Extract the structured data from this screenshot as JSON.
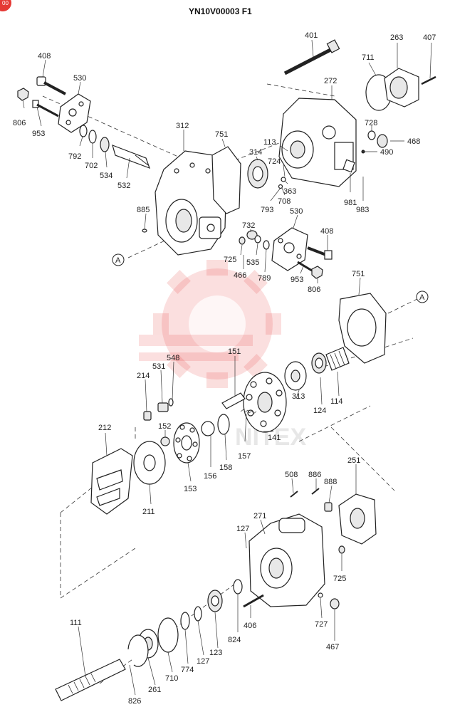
{
  "title": "YN10V00003 F1",
  "watermark_text": "NITEX",
  "badge_text": "00",
  "accent_color": "#e53935",
  "callouts": [
    {
      "id": "408a",
      "label": "408"
    },
    {
      "id": "530a",
      "label": "530"
    },
    {
      "id": "806a",
      "label": "806"
    },
    {
      "id": "953a",
      "label": "953"
    },
    {
      "id": "792",
      "label": "792"
    },
    {
      "id": "702",
      "label": "702"
    },
    {
      "id": "534",
      "label": "534"
    },
    {
      "id": "532",
      "label": "532"
    },
    {
      "id": "312",
      "label": "312"
    },
    {
      "id": "751a",
      "label": "751"
    },
    {
      "id": "314",
      "label": "314"
    },
    {
      "id": "401",
      "label": "401"
    },
    {
      "id": "272",
      "label": "272"
    },
    {
      "id": "711",
      "label": "711"
    },
    {
      "id": "263",
      "label": "263"
    },
    {
      "id": "407",
      "label": "407"
    },
    {
      "id": "728",
      "label": "728"
    },
    {
      "id": "468",
      "label": "468"
    },
    {
      "id": "490",
      "label": "490"
    },
    {
      "id": "113",
      "label": "113"
    },
    {
      "id": "724",
      "label": "724"
    },
    {
      "id": "363",
      "label": "363"
    },
    {
      "id": "793",
      "label": "793"
    },
    {
      "id": "708",
      "label": "708"
    },
    {
      "id": "981",
      "label": "981"
    },
    {
      "id": "983",
      "label": "983"
    },
    {
      "id": "885",
      "label": "885"
    },
    {
      "id": "530b",
      "label": "530"
    },
    {
      "id": "732",
      "label": "732"
    },
    {
      "id": "408b",
      "label": "408"
    },
    {
      "id": "725a",
      "label": "725"
    },
    {
      "id": "535",
      "label": "535"
    },
    {
      "id": "466",
      "label": "466"
    },
    {
      "id": "789",
      "label": "789"
    },
    {
      "id": "953b",
      "label": "953"
    },
    {
      "id": "806b",
      "label": "806"
    },
    {
      "id": "751b",
      "label": "751"
    },
    {
      "id": "548",
      "label": "548"
    },
    {
      "id": "151",
      "label": "151"
    },
    {
      "id": "531",
      "label": "531"
    },
    {
      "id": "214",
      "label": "214"
    },
    {
      "id": "313",
      "label": "313"
    },
    {
      "id": "124",
      "label": "124"
    },
    {
      "id": "114",
      "label": "114"
    },
    {
      "id": "212",
      "label": "212"
    },
    {
      "id": "152",
      "label": "152"
    },
    {
      "id": "141",
      "label": "141"
    },
    {
      "id": "157",
      "label": "157"
    },
    {
      "id": "156",
      "label": "156"
    },
    {
      "id": "158",
      "label": "158"
    },
    {
      "id": "153",
      "label": "153"
    },
    {
      "id": "211",
      "label": "211"
    },
    {
      "id": "508",
      "label": "508"
    },
    {
      "id": "886",
      "label": "886"
    },
    {
      "id": "888",
      "label": "888"
    },
    {
      "id": "251",
      "label": "251"
    },
    {
      "id": "271",
      "label": "271"
    },
    {
      "id": "127a",
      "label": "127"
    },
    {
      "id": "725b",
      "label": "725"
    },
    {
      "id": "406",
      "label": "406"
    },
    {
      "id": "824",
      "label": "824"
    },
    {
      "id": "727",
      "label": "727"
    },
    {
      "id": "467",
      "label": "467"
    },
    {
      "id": "111",
      "label": "111"
    },
    {
      "id": "123",
      "label": "123"
    },
    {
      "id": "127b",
      "label": "127"
    },
    {
      "id": "774",
      "label": "774"
    },
    {
      "id": "710",
      "label": "710"
    },
    {
      "id": "261",
      "label": "261"
    },
    {
      "id": "826",
      "label": "826"
    }
  ],
  "ref_markers": [
    {
      "id": "refA1",
      "label": "A"
    },
    {
      "id": "refA2",
      "label": "A"
    }
  ]
}
